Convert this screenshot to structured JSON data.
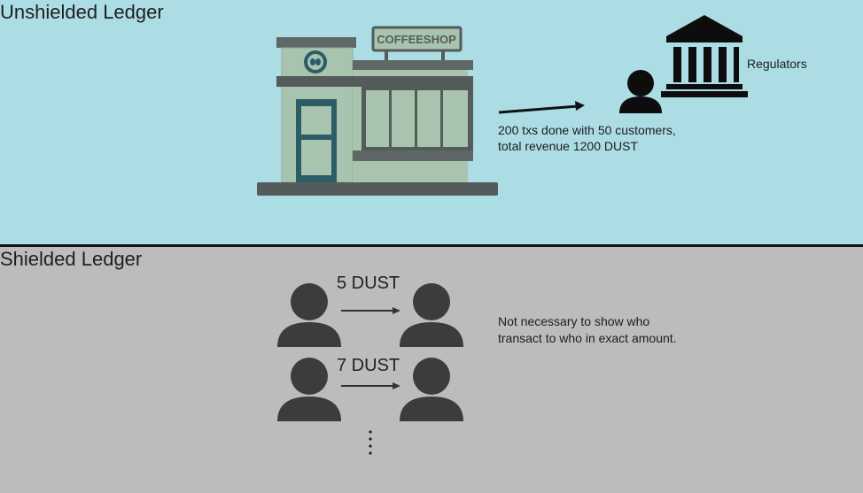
{
  "unshielded": {
    "title": "Unshielded Ledger",
    "shop_sign": "COFFEESHOP",
    "regulators_label": "Regulators",
    "report_line1": "200 txs done with 50 customers,",
    "report_line2": "total revenue 1200 DUST",
    "icons": [
      "coffee-shop-icon",
      "person-icon",
      "bank-building-icon",
      "arrow-right-icon"
    ]
  },
  "shielded": {
    "title": "Shielded Ledger",
    "transfers": [
      {
        "amount": "5 DUST"
      },
      {
        "amount": "7 DUST"
      }
    ],
    "note_line1": "Not necessary to show who",
    "note_line2": "transact to who in exact amount.",
    "icons": [
      "person-icon",
      "arrow-right-icon",
      "vertical-ellipsis-icon"
    ]
  },
  "colors": {
    "unshielded_bg": "#acdde5",
    "shielded_bg": "#bcbcbc",
    "divider": "#111111",
    "person_gray": "#3c3c3c",
    "shop_wall": "#a9c4ae",
    "shop_trim": "#535c5a",
    "shop_door": "#2c5c66"
  }
}
